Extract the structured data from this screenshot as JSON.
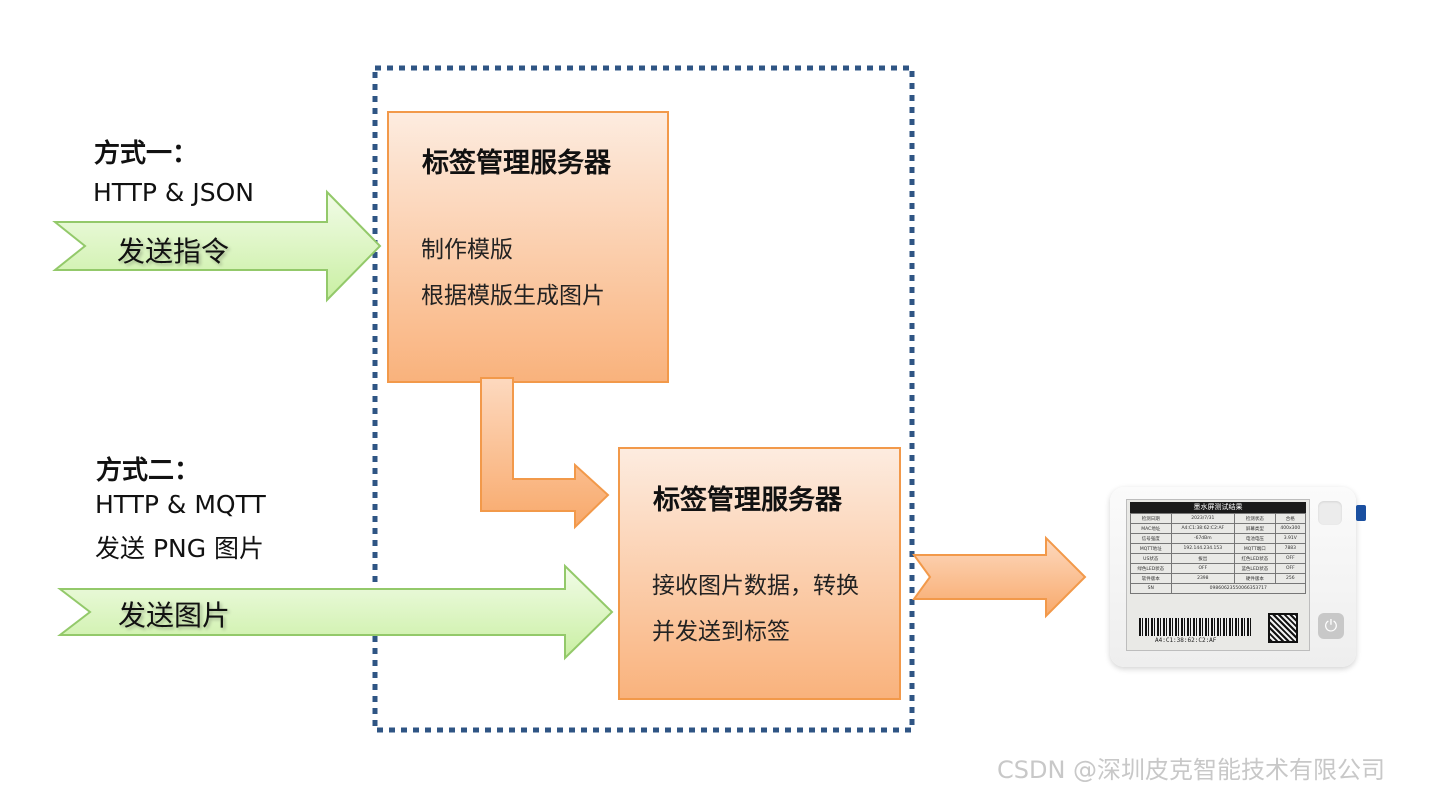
{
  "method1": {
    "title": "方式一：",
    "protocol": "HTTP & JSON",
    "arrow_label": "发送指令"
  },
  "method2": {
    "title": "方式二：",
    "protocol": "HTTP & MQTT",
    "subtitle": "发送 PNG 图片",
    "arrow_label": "发送图片"
  },
  "box1": {
    "title": "标签管理服务器",
    "line1": "制作模版",
    "line2": "根据模版生成图片"
  },
  "box2": {
    "title": "标签管理服务器",
    "line1": "接收图片数据，转换",
    "line2": "并发送到标签"
  },
  "device": {
    "header": "墨水屏测试结果",
    "rows": [
      [
        "检测日期",
        "2023/7/31",
        "检测状态",
        "合格"
      ],
      [
        "MAC地址",
        "A4:C1:38:62:C2:AF",
        "屏幕类型",
        "400x300"
      ],
      [
        "信号强度",
        "-67dBm",
        "电池电压",
        "3.91V"
      ],
      [
        "MQTT地址",
        "192.144.234.153",
        "MQTT端口",
        "7883"
      ],
      [
        "US状态",
        "拔出",
        "红色LED状态",
        "OFF"
      ],
      [
        "绿色LED状态",
        "OFF",
        "蓝色LED状态",
        "OFF"
      ],
      [
        "软件版本",
        "2398",
        "硬件版本",
        "256"
      ],
      [
        "SN",
        "09860623550066353717",
        "",
        ""
      ]
    ],
    "mac_label": "A4:C1:38:62:C2:AF",
    "power_icon": "⏻"
  },
  "watermark": "CSDN @深圳皮克智能技术有限公司",
  "colors": {
    "dashed_border": "#2f5584",
    "box_fill_top": "#fde7d8",
    "box_fill_bottom": "#f9b27c",
    "box_stroke": "#f2994a",
    "green_fill_light": "#eefbe0",
    "green_fill_dark": "#c8f0a4",
    "green_stroke": "#93c96a"
  }
}
